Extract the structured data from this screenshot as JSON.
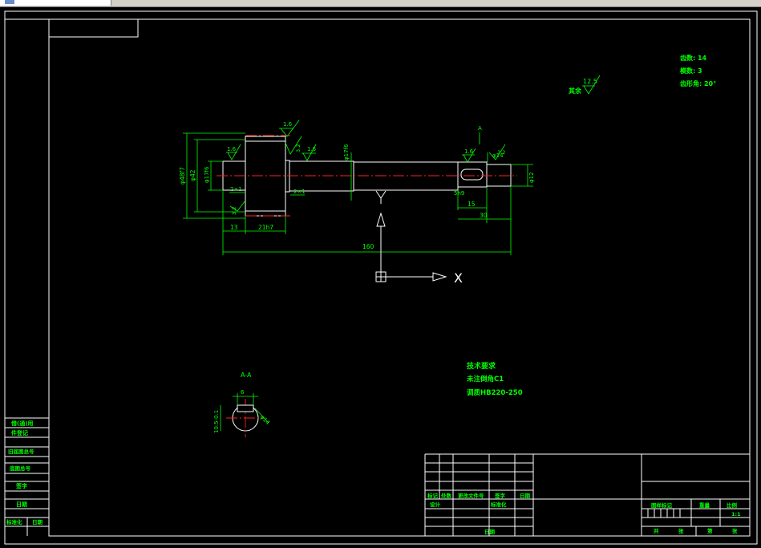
{
  "gear_params": {
    "teeth": "齿数: 14",
    "module": "模数: 3",
    "pressure_angle": "齿形角: 20°"
  },
  "remaining_roughness": {
    "label": "其余",
    "value": "12.5"
  },
  "tech_req": {
    "title": "技术要求",
    "line1": "未注倒角C1",
    "line2": "调质HB220-250"
  },
  "section_label": "A-A",
  "section_mark": "A",
  "dims": {
    "phi48f7": "φ48f7",
    "phi42": "φ42",
    "phi17f6": "φ17f6",
    "phi17f6b": "φ17f6",
    "phi12": "φ12",
    "phi14": "φ14",
    "d13": "13",
    "d21h7": "21h7",
    "d160": "160",
    "d15": "15",
    "d30": "30",
    "c2x1": "2×1",
    "c2x1b": "2×1",
    "c5h9": "5h9",
    "c6": "6",
    "c105": "10.5-0.1",
    "r16a": "1.6",
    "r16b": "1.6",
    "r16c": "1.6",
    "r16d": "1.6",
    "r32a": "3.2",
    "r32b": "3.2",
    "r32c": "3.2"
  },
  "axis": {
    "x": "X"
  },
  "left_strip": [
    "借(通)用",
    "件登记",
    "旧底图总号",
    "底图总号",
    "签字",
    "日期",
    "标准化",
    "日期"
  ],
  "title_block": {
    "r1c1": "标记",
    "r1c2": "处数",
    "r1c3": "更改文件号",
    "r1c4": "签字",
    "r1c5": "日期",
    "r2c1": "设计",
    "r2c2": "标准化",
    "r5c4": "日期",
    "stage_label": "图样标记",
    "weight_label": "重量",
    "scale_label": "比例",
    "scale_value": "1:1",
    "sheet_total": "共",
    "sheet_unit": "张",
    "sheet_no": "第",
    "sheet_unit2": "张"
  }
}
